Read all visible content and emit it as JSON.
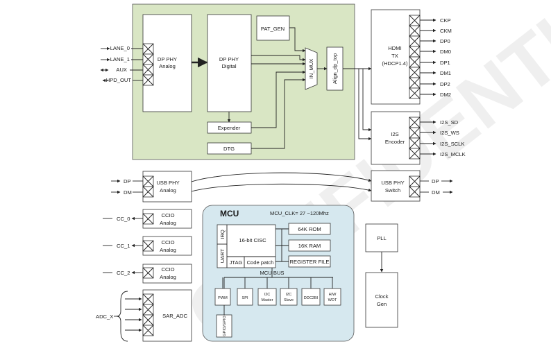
{
  "blocks": {
    "pat_gen": "PAT_GEN",
    "dp_phy_analog": [
      "DP PHY",
      "Analog"
    ],
    "dp_phy_digital": [
      "DP PHY",
      "Digital"
    ],
    "in_mux": "IN_MUX",
    "align": "Align_dp_top",
    "expender": "Expender",
    "dtg": "DTG",
    "hdmi_tx": [
      "HDMI",
      "TX",
      "(HDCP1.4)"
    ],
    "i2s": [
      "I2S",
      "Encoder"
    ],
    "usb_phy_analog": [
      "USB PHY",
      "Analog"
    ],
    "usb_phy_switch": [
      "USB PHY",
      "Switch"
    ],
    "ccio_0": [
      "CCIO",
      "Analog"
    ],
    "ccio_1": [
      "CCIO",
      "Analog"
    ],
    "ccio_2": [
      "CCIO",
      "Analog"
    ],
    "sar_adc": "SAR_ADC",
    "pll": "PLL",
    "clock_gen": [
      "Clock",
      "Gen"
    ]
  },
  "dp_inputs": [
    "LANE_0",
    "LANE_1",
    "AUX",
    "HPD_OUT"
  ],
  "hdmi_outputs": [
    "CKP",
    "CKM",
    "DP0",
    "DM0",
    "DP1",
    "DM1",
    "DP2",
    "DM2"
  ],
  "i2s_outputs": [
    "I2S_SD",
    "I2S_WS",
    "I2S_SCLK",
    "I2S_MCLK"
  ],
  "usb_inputs": [
    "DP",
    "DM"
  ],
  "usb_outputs": [
    "DP",
    "DM"
  ],
  "cc_inputs": [
    "CC_0",
    "CC_1",
    "CC_2"
  ],
  "adc_input": "ADC_X",
  "mcu": {
    "title": "MCU",
    "clock": "MCU_CLK= 27 ~120Mhz",
    "cpu": "16-bit CISC",
    "irq": "IRQ",
    "uart": "UART",
    "jtag": "JTAG",
    "code_patch": "Code patch",
    "rom": "64K ROM",
    "ram": "16K RAM",
    "register_file": "REGISTER FILE",
    "bus": "MCU BUS",
    "peripherals": [
      [
        "PWM"
      ],
      [
        "SPI"
      ],
      [
        "I2C",
        "Master"
      ],
      [
        "I2C",
        "Slave"
      ],
      [
        "DDC2BI"
      ],
      [
        "H/W",
        "WDT"
      ]
    ],
    "gpio": "GPIO/GPIO"
  },
  "colors": {
    "green_panel": "#d9e6c4",
    "mcu_panel": "#d6e8ef",
    "line": "#222222"
  }
}
